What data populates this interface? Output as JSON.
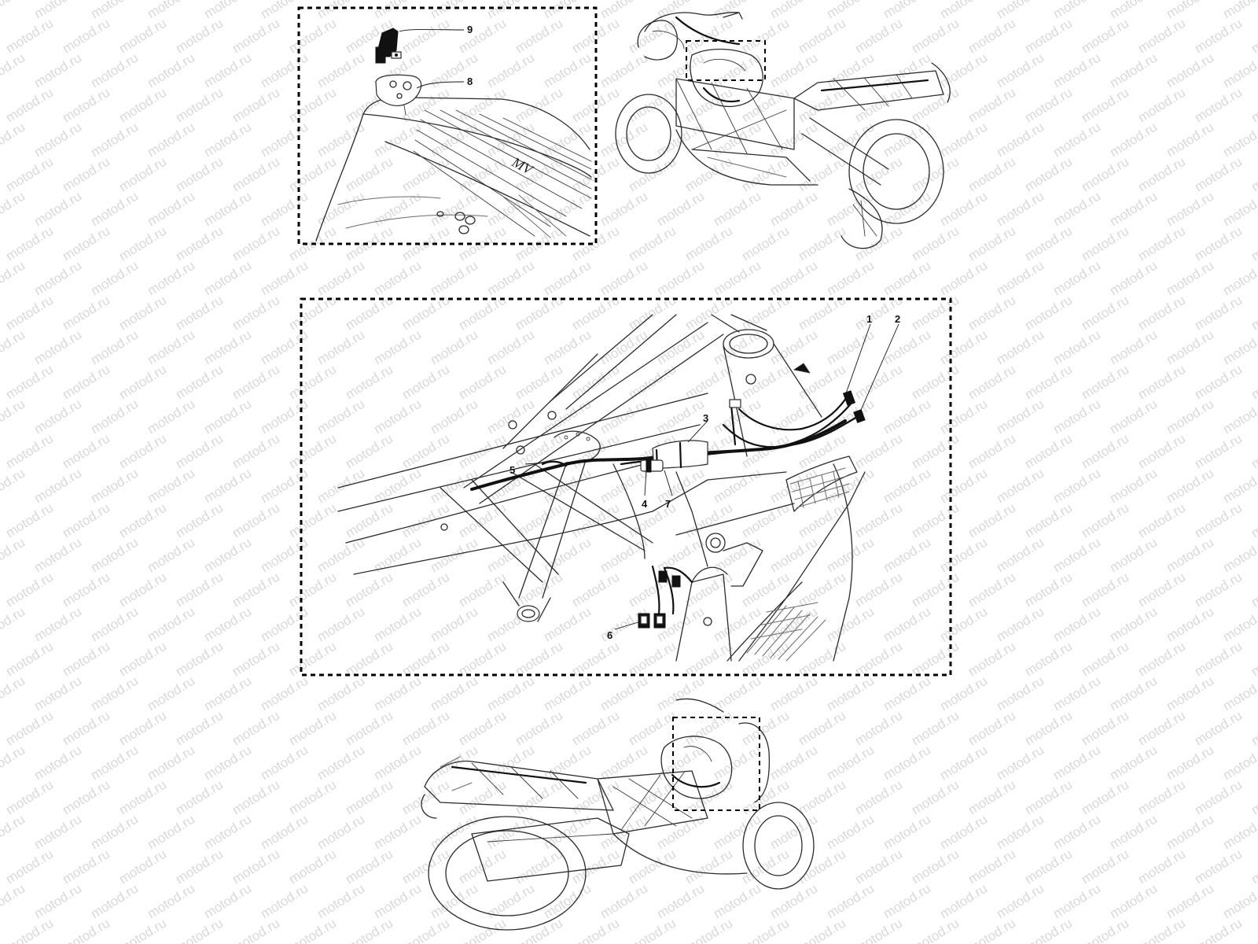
{
  "watermark": {
    "text": "motod.ru",
    "color": "#d9d9d9"
  },
  "callouts": [
    {
      "id": "1",
      "label": "1"
    },
    {
      "id": "2",
      "label": "2"
    },
    {
      "id": "3",
      "label": "3"
    },
    {
      "id": "4",
      "label": "4"
    },
    {
      "id": "5",
      "label": "5"
    },
    {
      "id": "6",
      "label": "6"
    },
    {
      "id": "7",
      "label": "7"
    },
    {
      "id": "8",
      "label": "8"
    },
    {
      "id": "9",
      "label": "9"
    }
  ],
  "tank_badge": "MV",
  "icons": {
    "sensor": "sensor-connector-icon",
    "bracket": "mounting-bracket-icon",
    "motorcycle": "motorcycle-outline-icon"
  },
  "colors": {
    "line": "#2a2a2a",
    "harness": "#111111",
    "background": "#ffffff"
  }
}
